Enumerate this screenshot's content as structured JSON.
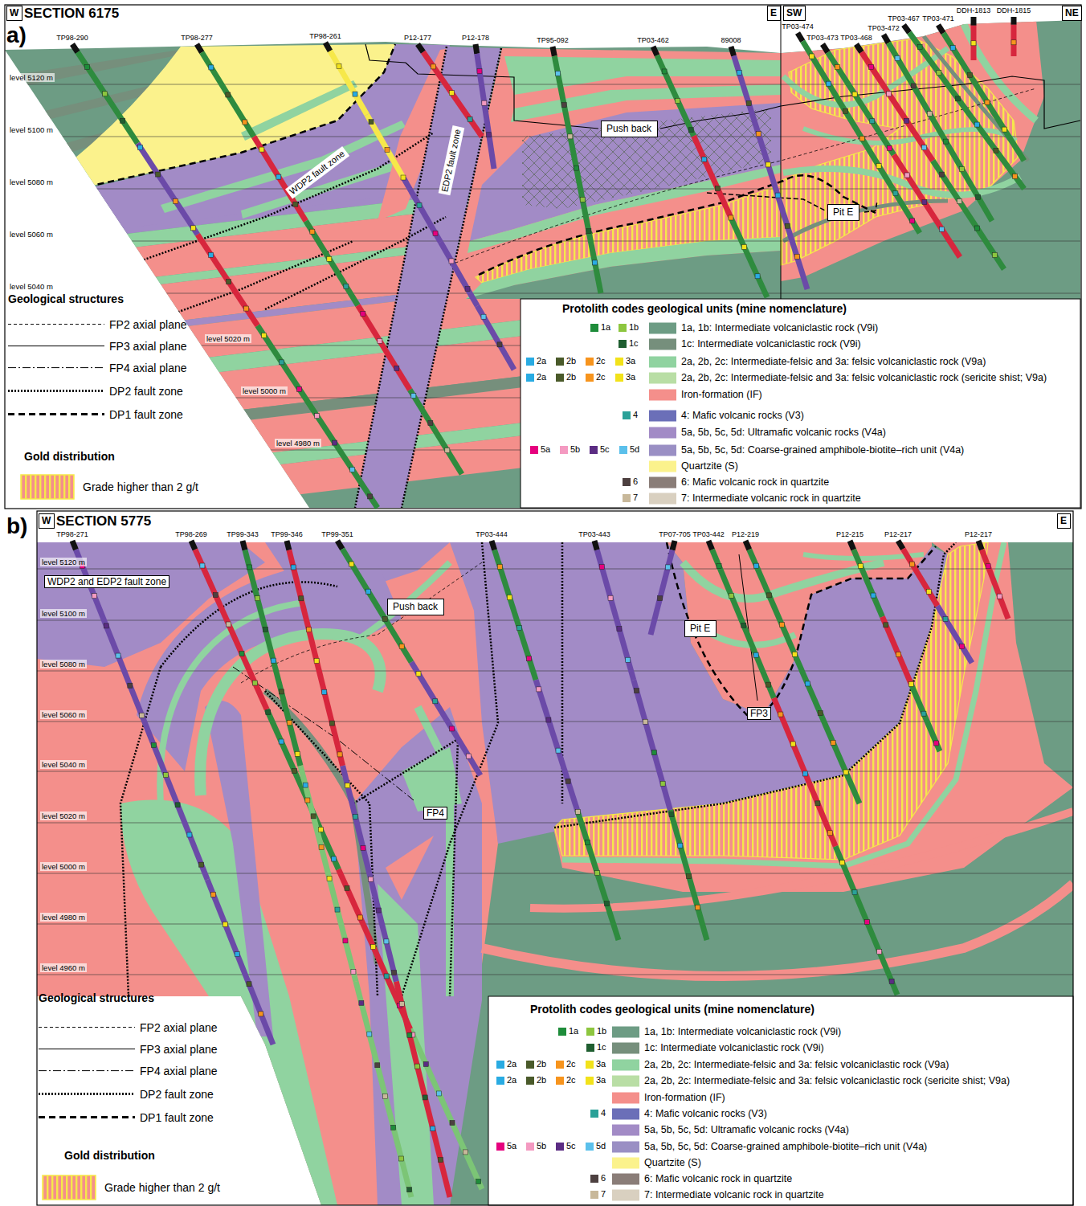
{
  "diagram": {
    "nodes": [
      {
        "text": [
          "W"
        ]
      },
      {
        "text": [
          "E"
        ]
      },
      {
        "text": [
          "SW"
        ]
      },
      {
        "text": [
          "NE"
        ]
      },
      {
        "text": [
          "Push back"
        ]
      },
      {
        "text": [
          "Pit E"
        ]
      },
      {
        "text": [
          "W"
        ]
      },
      {
        "text": [
          "E"
        ]
      },
      {
        "text": [
          "Push back"
        ]
      },
      {
        "text": [
          "Pit E"
        ]
      }
    ],
    "labels": [
      "a)",
      "SECTION 6175",
      "TP98-290",
      "TP98-277",
      "TP98-261",
      "P12-177",
      "P12-178",
      "TP95-092",
      "TP03-462",
      "89008",
      "TP03-474",
      "TP03-473",
      "TP03-468",
      "TP03-472",
      "TP03-467",
      "TP03-471",
      "DDH-1813",
      "DDH-1815",
      "level 5120 m",
      "level 5100 m",
      "level 5080 m",
      "level 5060 m",
      "level 5040 m",
      "level 5020 m",
      "level 5000 m",
      "level 4980 m",
      "WDP2 fault zone",
      "EDP2 fault zone",
      "Geological structures",
      "Gold distribution",
      "Protolith codes geological units (mine nomenclature)",
      "1a",
      "1b",
      "1c",
      "2a",
      "2b",
      "2c",
      "3a",
      "2a",
      "2b",
      "2c",
      "3a",
      "4",
      "5a",
      "5b",
      "5c",
      "5d",
      "6",
      "7",
      "b)",
      "SECTION 5775",
      "TP98-271",
      "TP98-269",
      "TP99-343",
      "TP99-346",
      "TP99-351",
      "TP03-444",
      "TP03-443",
      "TP07-705",
      "TP03-442",
      "P12-219",
      "P12-215",
      "P12-217",
      "P12-217",
      "level 5120 m",
      "level 5100 m",
      "level 5080 m",
      "level 5060 m",
      "level 5040 m",
      "level 5020 m",
      "level 5000 m",
      "level 4980 m",
      "level 4960 m",
      "WDP2 and EDP2 fault zone",
      "FP3",
      "FP4",
      "Geological structures",
      "Gold distribution",
      "Protolith codes geological units (mine nomenclature)",
      "1a",
      "1b",
      "1c",
      "2a",
      "2b",
      "2c",
      "3a",
      "2a",
      "2b",
      "2c",
      "3a",
      "4",
      "5a",
      "5b",
      "5c",
      "5d",
      "6",
      "7"
    ],
    "legend": [
      {
        "text": "FP2 axial plane"
      },
      {
        "text": "FP3 axial plane"
      },
      {
        "text": "FP4 axial plane"
      },
      {
        "text": "DP2 fault zone"
      },
      {
        "text": "DP1 fault zone"
      },
      {
        "text": "Grade higher than 2 g/t"
      },
      {
        "text": "1a, 1b: Intermediate volcaniclastic rock (V9i)",
        "color": "#6d9c84"
      },
      {
        "text": "1c: Intermediate volcaniclastic rock (V9i)",
        "color": "#768f7c"
      },
      {
        "text": "2a, 2b, 2c: Intermediate-felsic and 3a: felsic volcaniclastic rock (V9a)",
        "color": "#90d3a0"
      },
      {
        "text": "2a, 2b, 2c: Intermediate-felsic and 3a: felsic volcaniclastic rock (sericite shist; V9a)",
        "color": "#b9dea5"
      },
      {
        "text": "Iron-formation (IF)",
        "color": "#f48f8b"
      },
      {
        "text": "4: Mafic volcanic rocks (V3)",
        "color": "#6b6fb8"
      },
      {
        "text": "5a, 5b, 5c, 5d: Ultramafic volcanic rocks (V4a)",
        "color": "#a28bc6"
      },
      {
        "text": "5a, 5b, 5c, 5d: Coarse-grained amphibole-biotite–rich unit (V4a)",
        "color": "#9a8fc4"
      },
      {
        "text": "Quartzite (S)",
        "color": "#fbf28c"
      },
      {
        "text": "6: Mafic volcanic rock in quartzite",
        "color": "#8a7d78"
      },
      {
        "text": "7: Intermediate volcanic rock in quartzite",
        "color": "#d9d0c0"
      },
      {
        "text": "FP2 axial plane"
      },
      {
        "text": "FP3 axial plane"
      },
      {
        "text": "FP4 axial plane"
      },
      {
        "text": "DP2 fault zone"
      },
      {
        "text": "DP1 fault zone"
      },
      {
        "text": "Grade higher than 2 g/t"
      },
      {
        "text": "1a, 1b: Intermediate volcaniclastic rock (V9i)",
        "color": "#6d9c84"
      },
      {
        "text": "1c: Intermediate volcaniclastic rock (V9i)",
        "color": "#768f7c"
      },
      {
        "text": "2a, 2b, 2c: Intermediate-felsic and 3a: felsic volcaniclastic rock (V9a)",
        "color": "#90d3a0"
      },
      {
        "text": "2a, 2b, 2c: Intermediate-felsic and 3a: felsic volcaniclastic rock (sericite shist; V9a)",
        "color": "#b9dea5"
      },
      {
        "text": "Iron-formation (IF)",
        "color": "#f48f8b"
      },
      {
        "text": "4: Mafic volcanic rocks (V3)",
        "color": "#6b6fb8"
      },
      {
        "text": "5a, 5b, 5c, 5d: Ultramafic volcanic rocks (V4a)",
        "color": "#a28bc6"
      },
      {
        "text": "5a, 5b, 5c, 5d: Coarse-grained amphibole-biotite–rich unit (V4a)",
        "color": "#9a8fc4"
      },
      {
        "text": "Quartzite (S)",
        "color": "#fbf28c"
      },
      {
        "text": "6: Mafic volcanic rock in quartzite",
        "color": "#8a7d78"
      },
      {
        "text": "7: Intermediate volcanic rock in quartzite",
        "color": "#d9d0c0"
      }
    ]
  }
}
